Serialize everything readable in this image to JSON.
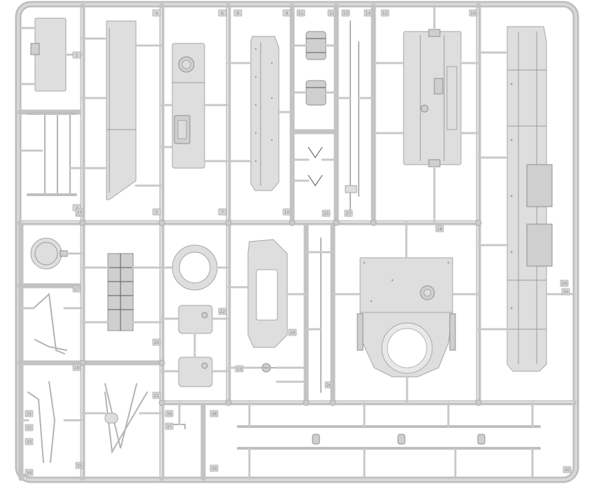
{
  "sprue": {
    "part_numbers": [
      "1",
      "2",
      "3",
      "4",
      "5",
      "6",
      "7",
      "8",
      "9",
      "10",
      "11",
      "12",
      "13",
      "14",
      "15",
      "16",
      "17",
      "18",
      "19",
      "20",
      "21",
      "22",
      "23",
      "24",
      "25",
      "26",
      "27",
      "28",
      "29",
      "30",
      "31",
      "32",
      "33",
      "34",
      "35",
      "36",
      "37",
      "38",
      "39",
      "40"
    ]
  },
  "colors": {
    "plastic": "#dedede",
    "runner": "#c3c3c3",
    "background": "#ffffff"
  }
}
